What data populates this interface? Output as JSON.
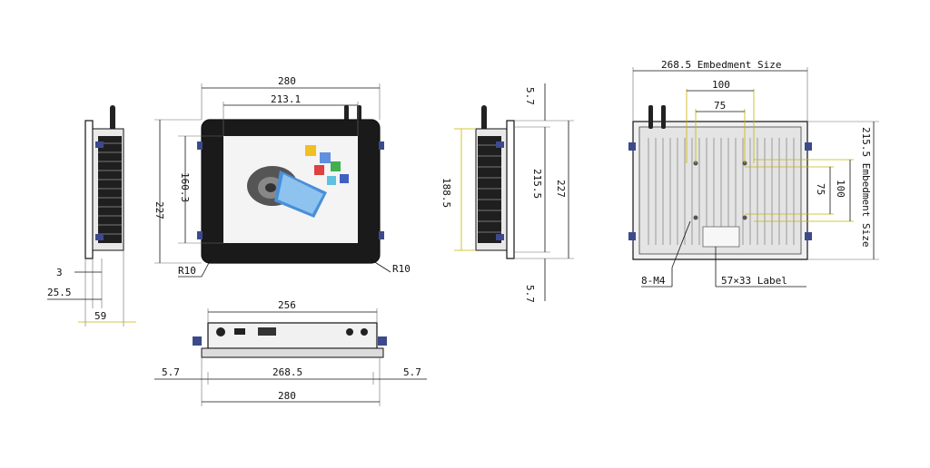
{
  "front_view": {
    "dim_overall_width": "280",
    "dim_screen_width": "213.1",
    "dim_overall_height": "227",
    "dim_screen_height": "160.3",
    "radius_left": "R10",
    "radius_right": "R10"
  },
  "side_view_left": {
    "dim_bezel": "3",
    "dim_body": "25.5",
    "dim_total_depth": "59"
  },
  "side_view_right": {
    "dim_top_offset": "5.7",
    "dim_inner_height": "188.5",
    "dim_embed_height": "215.5",
    "dim_overall_height": "227",
    "dim_bottom_offset": "5.7"
  },
  "bottom_view": {
    "dim_body_width": "256",
    "dim_left_offset": "5.7",
    "dim_embed_width": "268.5",
    "dim_right_offset": "5.7",
    "dim_overall_width": "280"
  },
  "rear_view": {
    "dim_embed_width": "268.5 Embedment Size",
    "dim_vesa_outer_h": "100",
    "dim_vesa_inner_h": "75",
    "dim_vesa_inner_v": "75",
    "dim_vesa_outer_v": "100",
    "dim_embed_height": "215.5 Embedment Size",
    "label_screws": "8-M4",
    "label_sticker": "57×33 Label"
  },
  "colors": {
    "line": "#111111",
    "extension": "#6a6a6a",
    "leader_yellow": "#c8b400",
    "mount_clip": "#3c4a8c"
  }
}
